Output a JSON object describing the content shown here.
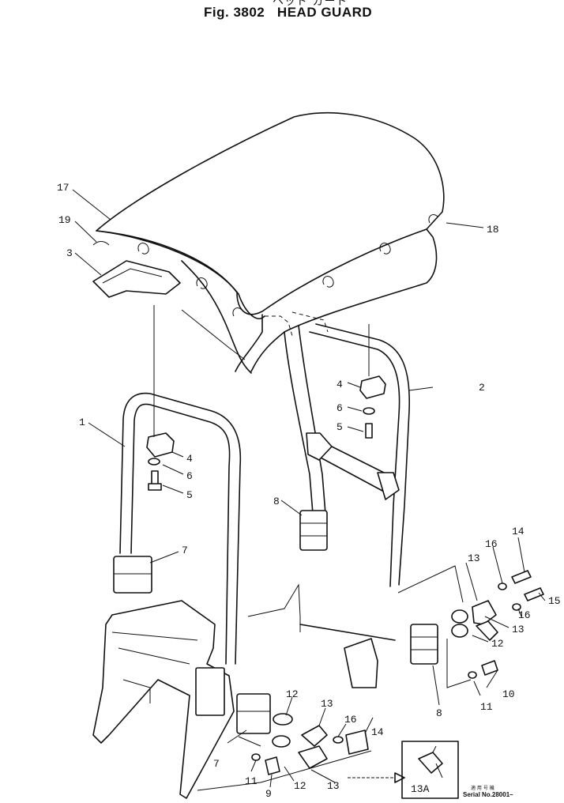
{
  "header": {
    "title_jp": "ヘッド ガード",
    "title": "Fig. 3802   HEAD GUARD"
  },
  "callouts": {
    "c17": "17",
    "c19": "19",
    "c3": "3",
    "c18": "18",
    "c2": "2",
    "c1": "1",
    "c4a": "4",
    "c6a": "6",
    "c5a": "5",
    "c4b": "4",
    "c6b": "6",
    "c5b": "5",
    "c8a": "8",
    "c7a": "7",
    "c14a": "14",
    "c16a": "16",
    "c13a": "13",
    "c15": "15",
    "c16b": "16",
    "c13b": "13",
    "c12a": "12",
    "c10": "10",
    "c11a": "11",
    "c8b": "8",
    "c12b": "12",
    "c13c": "13",
    "c16c": "16",
    "c14b": "14",
    "c7b": "7",
    "c11b": "11",
    "c9": "9",
    "c12c": "12",
    "c13d": "13",
    "c13A": "13A"
  },
  "footer": {
    "serial_jp": "適 用 号 機",
    "serial": "Serial No.28001–"
  }
}
